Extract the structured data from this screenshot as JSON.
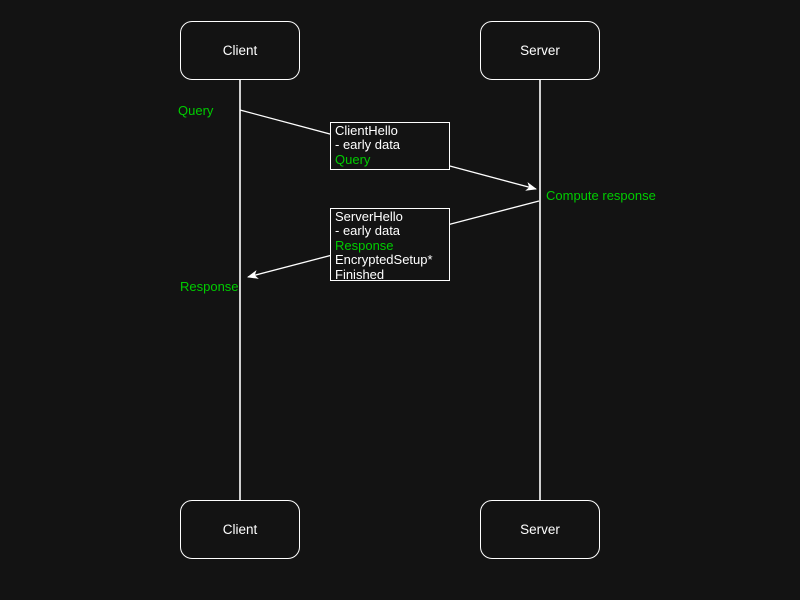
{
  "theme": {
    "bg": "#131313",
    "fg": "#ffffff",
    "green": "#00cc00"
  },
  "diagram": {
    "actors": {
      "top": [
        {
          "label": "Client"
        },
        {
          "label": "Server"
        }
      ],
      "bottom": [
        {
          "label": "Client"
        },
        {
          "label": "Server"
        }
      ]
    },
    "annotations": {
      "query": "Query",
      "compute_response": "Compute response",
      "response": "Response"
    },
    "messages": [
      {
        "lines": [
          {
            "text": "ClientHello",
            "color": "white"
          },
          {
            "text": "- early data",
            "color": "white"
          },
          {
            "text": "Query",
            "color": "green"
          }
        ]
      },
      {
        "lines": [
          {
            "text": "ServerHello",
            "color": "white"
          },
          {
            "text": "- early data",
            "color": "white"
          },
          {
            "text": "Response",
            "color": "green"
          },
          {
            "text": "EncryptedSetup*",
            "color": "white"
          },
          {
            "text": "Finished",
            "color": "white"
          }
        ]
      }
    ]
  }
}
